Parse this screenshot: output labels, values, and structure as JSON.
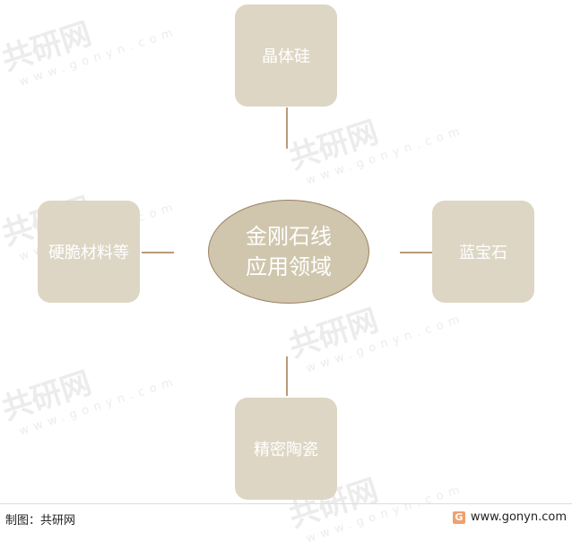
{
  "diagram": {
    "center": {
      "line1": "金刚石线",
      "line2": "应用领域"
    },
    "nodes": {
      "top": "晶体硅",
      "left": "硬脆材料等",
      "right": "蓝宝石",
      "bottom": "精密陶瓷"
    }
  },
  "watermark": {
    "text": "共研网",
    "sub": "www.gonyn.com"
  },
  "footer": {
    "source": "制图：共研网",
    "site": "www.gonyn.com",
    "logo_glyph": "G"
  },
  "colors": {
    "node_fill": "#ddd6c4",
    "center_fill": "#cfc6ad",
    "center_border": "#9c8062",
    "connector": "#b89a7a"
  }
}
